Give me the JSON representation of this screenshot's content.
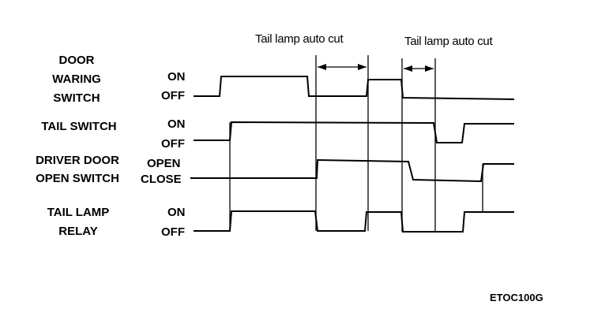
{
  "annotations": {
    "tail_cut_1": "Tail lamp auto cut",
    "tail_cut_2": "Tail lamp auto cut"
  },
  "signals": [
    {
      "label_lines": [
        "DOOR",
        "WARING",
        "SWITCH"
      ],
      "high_state": "ON",
      "low_state": "OFF"
    },
    {
      "label_lines": [
        "TAIL SWITCH"
      ],
      "high_state": "ON",
      "low_state": "OFF"
    },
    {
      "label_lines": [
        "DRIVER DOOR",
        "OPEN SWITCH"
      ],
      "high_state": "OPEN",
      "low_state": "CLOSE"
    },
    {
      "label_lines": [
        "TAIL LAMP",
        "RELAY"
      ],
      "high_state": "ON",
      "low_state": "OFF"
    }
  ],
  "figure_code": "ETOC100G"
}
